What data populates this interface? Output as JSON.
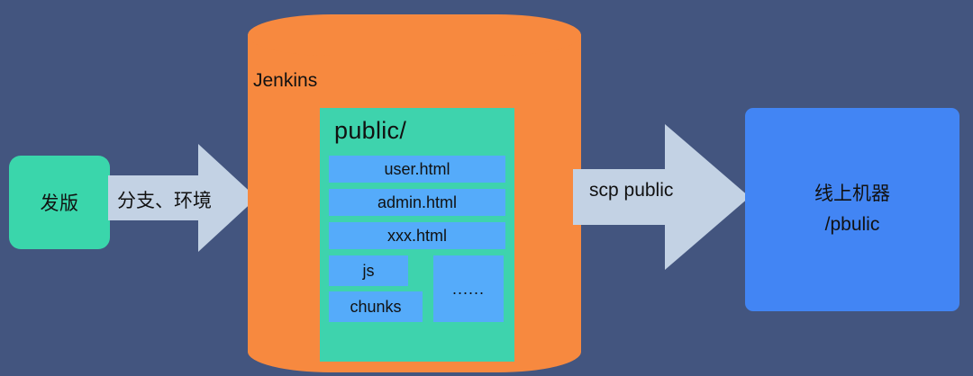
{
  "diagram": {
    "title": "Jenkins deploy flow",
    "background_color": "#43557f",
    "source_node": {
      "label": "发版",
      "color": "#3ad6ab"
    },
    "arrows": [
      {
        "name": "deploy-arrow",
        "label": "分支、环境",
        "color": "#c3d2e4"
      },
      {
        "name": "scp-arrow",
        "label": "scp public",
        "color": "#c3d2e4"
      }
    ],
    "cylinder": {
      "label": "Jenkins",
      "color": "#f7893f"
    },
    "folder": {
      "title": "public/",
      "color": "#3ed3ad",
      "files": [
        "user.html",
        "admin.html",
        "xxx.html"
      ],
      "dirs": [
        "js",
        "chunks"
      ],
      "more": "......",
      "item_color": "#55abfa"
    },
    "target_node": {
      "lines": [
        "线上机器",
        "/pbulic"
      ],
      "color": "#4285f4"
    }
  }
}
